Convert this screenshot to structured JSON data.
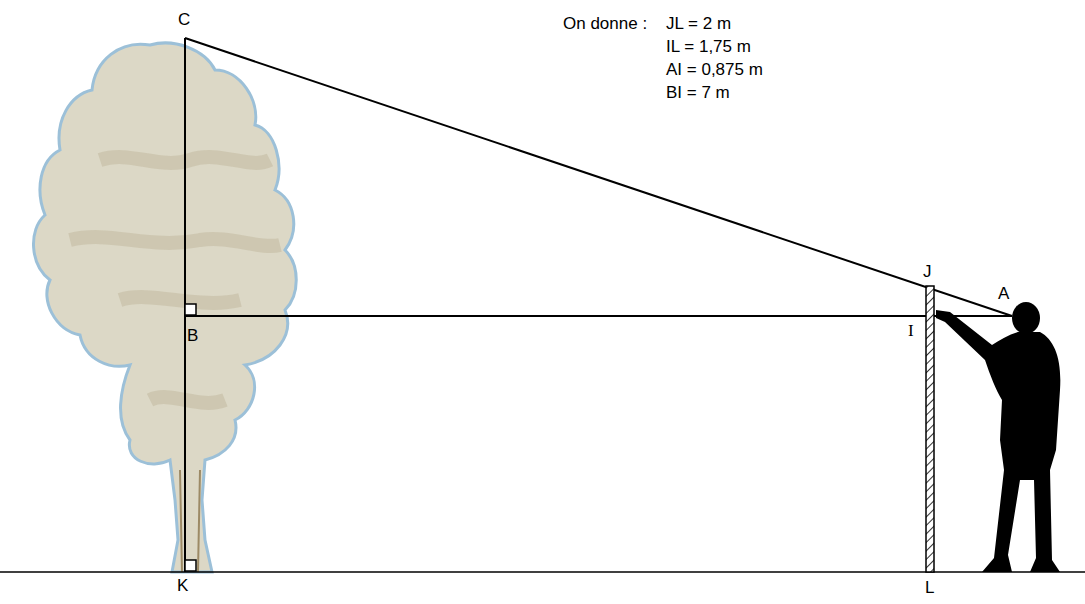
{
  "diagram": {
    "labels": [
      "C",
      "On donne :",
      "JL = 2 m",
      "IL = 1,75 m",
      "AI = 0,875 m",
      "BI = 7 m",
      "J",
      "A",
      "B",
      "I",
      "K",
      "L"
    ]
  }
}
